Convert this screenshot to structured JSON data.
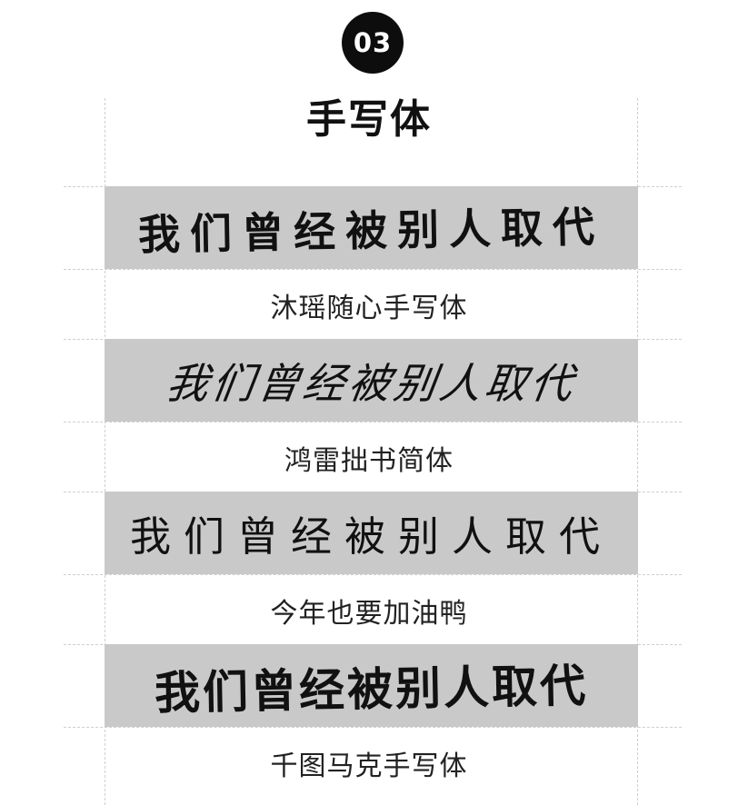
{
  "header": {
    "badge_number": "03",
    "title": "手写体"
  },
  "samples": [
    {
      "text": "我们曾经被别人取代",
      "font_name": "沐瑶随心手写体"
    },
    {
      "text": "我们曾经被别人取代",
      "font_name": "鸿雷拙书简体"
    },
    {
      "text": "我们曾经被别人取代",
      "font_name": "今年也要加油鸭"
    },
    {
      "text": "我们曾经被别人取代",
      "font_name": "千图马克手写体"
    }
  ],
  "colors": {
    "badge_background": "#0d0d0d",
    "sample_background": "#c9c9c9",
    "guide_line": "#cfcfcf",
    "text": "#111111"
  }
}
